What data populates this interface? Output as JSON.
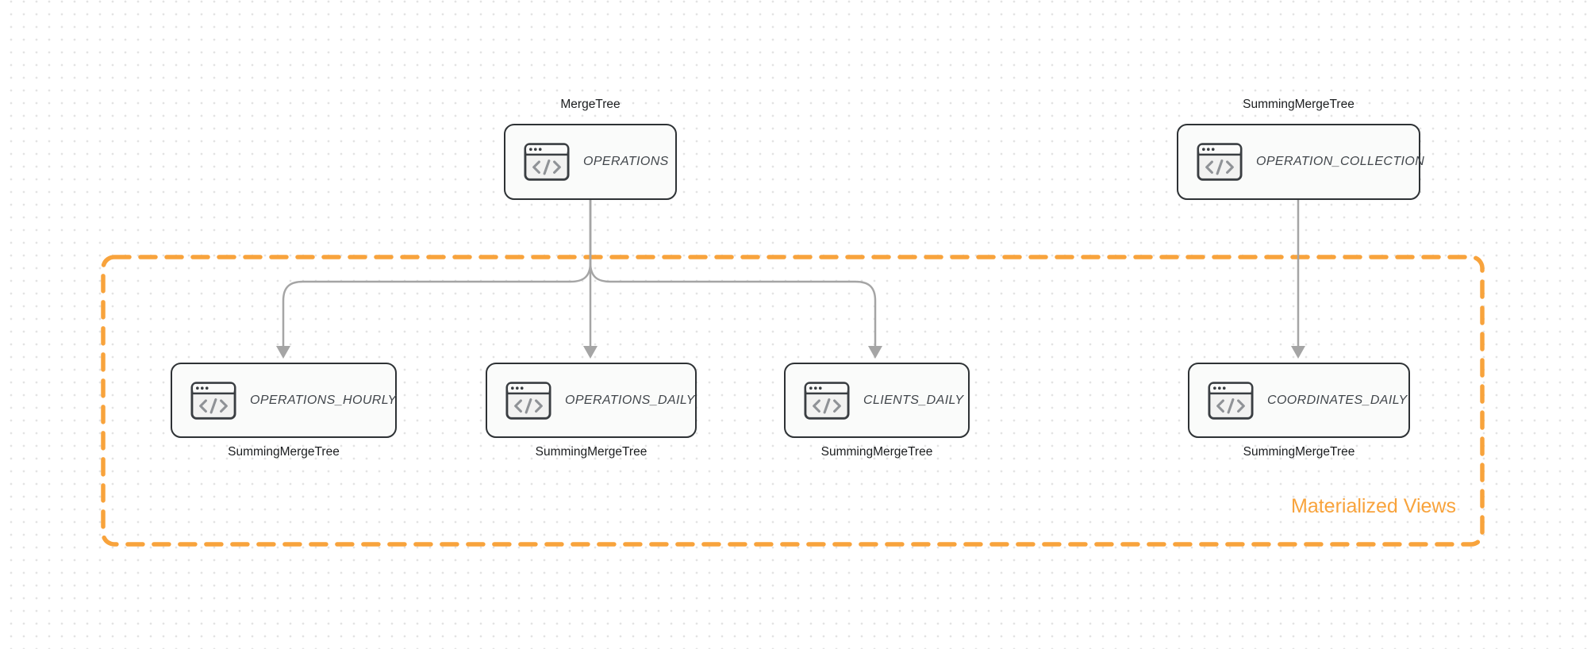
{
  "diagram": {
    "group": {
      "label": "Materialized Views"
    },
    "nodes": [
      {
        "name": "OPERATIONS",
        "engine": "MergeTree"
      },
      {
        "name": "OPERATION_COLLECTION",
        "engine": "SummingMergeTree"
      },
      {
        "name": "OPERATIONS_HOURLY",
        "engine": "SummingMergeTree"
      },
      {
        "name": "OPERATIONS_DAILY",
        "engine": "SummingMergeTree"
      },
      {
        "name": "CLIENTS_DAILY",
        "engine": "SummingMergeTree"
      },
      {
        "name": "COORDINATES_DAILY",
        "engine": "SummingMergeTree"
      }
    ],
    "icon": {
      "semantic": "code-window-icon",
      "glyph": "</>"
    },
    "colors": {
      "background": "#ffffff",
      "dot_grid": "#e3e3e3",
      "node_border": "#2e3235",
      "node_fill": "#fafbfa",
      "node_label": "#41464b",
      "engine_label": "#1b1d1f",
      "edge": "#a5a5a5",
      "accent_orange": "#f8a33c"
    }
  }
}
